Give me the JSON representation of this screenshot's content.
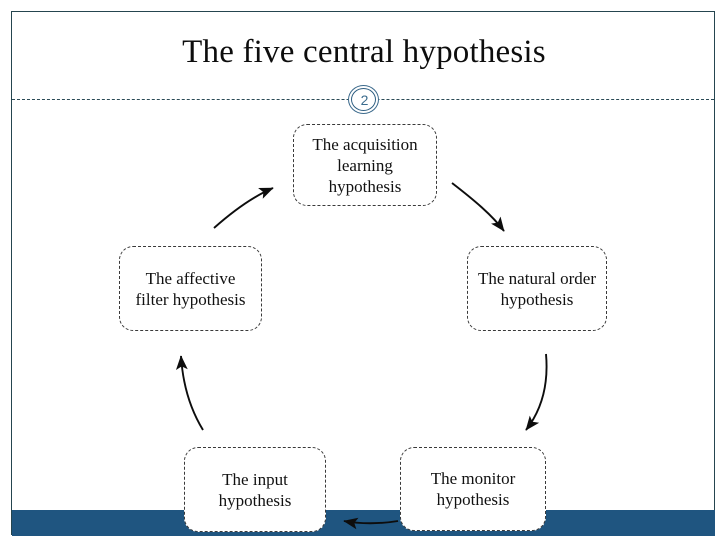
{
  "slide": {
    "title": "The five central hypothesis",
    "number": "2",
    "accent_color": "#1f5580",
    "badge_color": "#2f5f82",
    "frame_color": "#25454f",
    "text_color": "#111111",
    "background_color": "#ffffff"
  },
  "diagram": {
    "type": "cycle",
    "nodes": [
      {
        "id": "acquisition",
        "label": "The acquisition learning hypothesis"
      },
      {
        "id": "natural",
        "label": "The natural order hypothesis"
      },
      {
        "id": "monitor",
        "label": "The monitor hypothesis"
      },
      {
        "id": "input",
        "label": "The input hypothesis"
      },
      {
        "id": "affective",
        "label": "The affective filter hypothesis"
      }
    ],
    "arrows": [
      {
        "from": "acquisition",
        "to": "natural"
      },
      {
        "from": "natural",
        "to": "monitor"
      },
      {
        "from": "monitor",
        "to": "input"
      },
      {
        "from": "input",
        "to": "affective"
      },
      {
        "from": "affective",
        "to": "acquisition"
      }
    ]
  }
}
